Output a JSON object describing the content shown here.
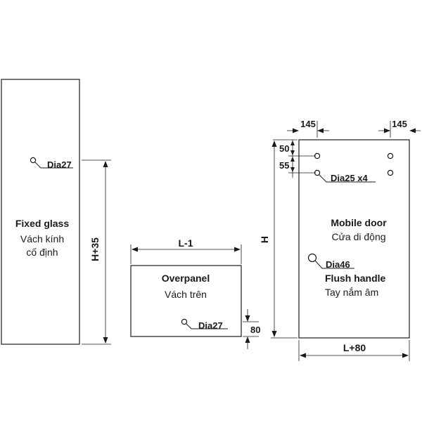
{
  "fixed_glass": {
    "title": "Fixed glass",
    "subtitle_1": "Vách kính",
    "subtitle_2": "cố định",
    "hole_label": "Dia27",
    "height_dim": "H+35"
  },
  "overpanel": {
    "title": "Overpanel",
    "subtitle": "Vách trên",
    "hole_label": "Dia27",
    "width_dim": "L-1",
    "hole_offset_dim": "80"
  },
  "mobile_door": {
    "title": "Mobile door",
    "subtitle": "Cửa di động",
    "holes_label": "Dia25 x4",
    "handle_hole_label": "Dia46",
    "handle_title": "Flush handle",
    "handle_subtitle": "Tay nắm âm",
    "top_left_dim": "145",
    "top_right_dim": "145",
    "dim_50": "50",
    "dim_55": "55",
    "height_dim": "H",
    "width_dim": "L+80"
  },
  "colors": {
    "line": "#1a1a1a",
    "background": "#ffffff"
  }
}
